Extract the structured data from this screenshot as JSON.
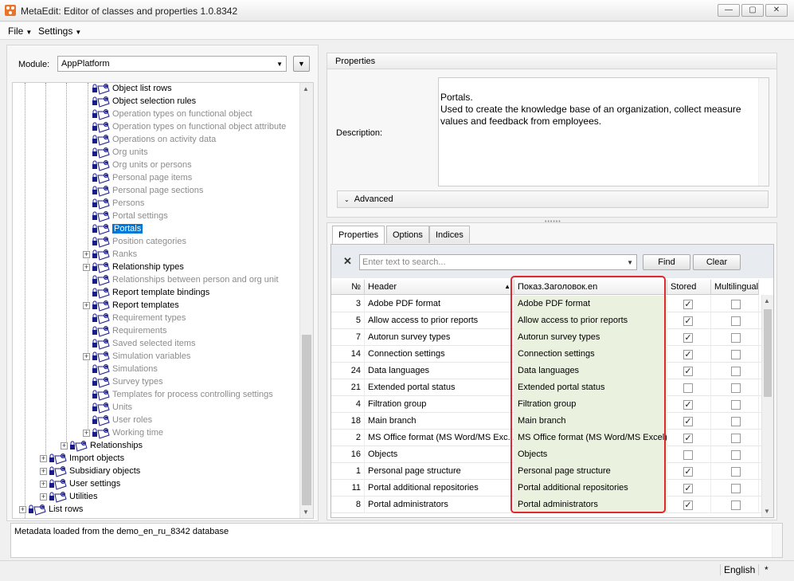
{
  "window": {
    "title": "MetaEdit: Editor of classes and properties 1.0.8342",
    "minimize_glyph": "—",
    "maximize_glyph": "▢",
    "close_glyph": "✕"
  },
  "menu": {
    "file": "File",
    "settings": "Settings"
  },
  "left": {
    "module_label": "Module:",
    "module_value": "AppPlatform",
    "tree_items": [
      {
        "label": "Object list rows",
        "disabled": false,
        "expander": false,
        "level": 3
      },
      {
        "label": "Object selection rules",
        "disabled": false,
        "expander": false,
        "level": 3
      },
      {
        "label": "Operation types on functional object",
        "disabled": true,
        "expander": false,
        "level": 3
      },
      {
        "label": "Operation types on functional object attribute",
        "disabled": true,
        "expander": false,
        "level": 3
      },
      {
        "label": "Operations on activity data",
        "disabled": true,
        "expander": false,
        "level": 3
      },
      {
        "label": "Org units",
        "disabled": true,
        "expander": false,
        "level": 3
      },
      {
        "label": "Org units or persons",
        "disabled": true,
        "expander": false,
        "level": 3
      },
      {
        "label": "Personal page items",
        "disabled": true,
        "expander": false,
        "level": 3
      },
      {
        "label": "Personal page sections",
        "disabled": true,
        "expander": false,
        "level": 3
      },
      {
        "label": "Persons",
        "disabled": true,
        "expander": false,
        "level": 3
      },
      {
        "label": "Portal settings",
        "disabled": true,
        "expander": false,
        "level": 3
      },
      {
        "label": "Portals",
        "disabled": false,
        "expander": false,
        "level": 3,
        "selected": true
      },
      {
        "label": "Position categories",
        "disabled": true,
        "expander": false,
        "level": 3
      },
      {
        "label": "Ranks",
        "disabled": true,
        "expander": true,
        "level": 3
      },
      {
        "label": "Relationship types",
        "disabled": false,
        "expander": true,
        "level": 3
      },
      {
        "label": "Relationships between person and org unit",
        "disabled": true,
        "expander": false,
        "level": 3
      },
      {
        "label": "Report template bindings",
        "disabled": false,
        "expander": false,
        "level": 3
      },
      {
        "label": "Report templates",
        "disabled": false,
        "expander": true,
        "level": 3
      },
      {
        "label": "Requirement types",
        "disabled": true,
        "expander": false,
        "level": 3
      },
      {
        "label": "Requirements",
        "disabled": true,
        "expander": false,
        "level": 3
      },
      {
        "label": "Saved selected items",
        "disabled": true,
        "expander": false,
        "level": 3
      },
      {
        "label": "Simulation variables",
        "disabled": true,
        "expander": true,
        "level": 3
      },
      {
        "label": "Simulations",
        "disabled": true,
        "expander": false,
        "level": 3
      },
      {
        "label": "Survey types",
        "disabled": true,
        "expander": false,
        "level": 3
      },
      {
        "label": "Templates for process controlling settings",
        "disabled": true,
        "expander": false,
        "level": 3
      },
      {
        "label": "Units",
        "disabled": true,
        "expander": false,
        "level": 3
      },
      {
        "label": "User roles",
        "disabled": true,
        "expander": false,
        "level": 3
      },
      {
        "label": "Working time",
        "disabled": true,
        "expander": true,
        "level": 3
      },
      {
        "label": "Relationships",
        "disabled": false,
        "expander": true,
        "level": 2
      },
      {
        "label": "Import objects",
        "disabled": false,
        "expander": true,
        "level": 1
      },
      {
        "label": "Subsidiary objects",
        "disabled": false,
        "expander": true,
        "level": 1
      },
      {
        "label": "User settings",
        "disabled": false,
        "expander": true,
        "level": 1
      },
      {
        "label": "Utilities",
        "disabled": false,
        "expander": true,
        "level": 1
      },
      {
        "label": "List rows",
        "disabled": false,
        "expander": true,
        "level": 0
      }
    ]
  },
  "properties": {
    "header": "Properties",
    "description_label": "Description:",
    "description": "Portals.\nUsed to create the knowledge base of an organization, collect measure values and feedback from employees.",
    "advanced": "Advanced"
  },
  "tabs": [
    "Properties",
    "Options",
    "Indices"
  ],
  "search": {
    "placeholder": "Enter text to search...",
    "find": "Find",
    "clear": "Clear"
  },
  "grid": {
    "columns": [
      "№",
      "Header",
      "Показ.Заголовок.en",
      "Stored",
      "Multilingual"
    ],
    "rows": [
      {
        "n": "3",
        "header": "Adobe PDF format",
        "en": "Adobe PDF format",
        "stored": true
      },
      {
        "n": "5",
        "header": "Allow access to prior reports",
        "en": "Allow access to prior reports",
        "stored": true
      },
      {
        "n": "7",
        "header": "Autorun survey types",
        "en": "Autorun survey types",
        "stored": true
      },
      {
        "n": "14",
        "header": "Connection settings",
        "en": "Connection settings",
        "stored": true
      },
      {
        "n": "24",
        "header": "Data languages",
        "en": "Data languages",
        "stored": true
      },
      {
        "n": "21",
        "header": "Extended portal status",
        "en": "Extended portal status",
        "stored": false
      },
      {
        "n": "4",
        "header": "Filtration group",
        "en": "Filtration group",
        "stored": true
      },
      {
        "n": "18",
        "header": "Main branch",
        "en": "Main branch",
        "stored": true
      },
      {
        "n": "2",
        "header": "MS Office format (MS Word/MS Exc...",
        "en": "MS Office format (MS Word/MS Excel)",
        "stored": true
      },
      {
        "n": "16",
        "header": "Objects",
        "en": "Objects",
        "stored": false
      },
      {
        "n": "1",
        "header": "Personal page structure",
        "en": "Personal page structure",
        "stored": true
      },
      {
        "n": "11",
        "header": "Portal additional repositories",
        "en": "Portal additional repositories",
        "stored": true
      },
      {
        "n": "8",
        "header": "Portal administrators",
        "en": "Portal administrators",
        "stored": true
      }
    ]
  },
  "status": {
    "message": "Metadata loaded from the demo_en_ru_8342 database",
    "language": "English",
    "modified": "*"
  },
  "colors": {
    "selection": "#0078d7",
    "highlight_column": "#ebf1df",
    "annotation_border": "#e0282e"
  }
}
